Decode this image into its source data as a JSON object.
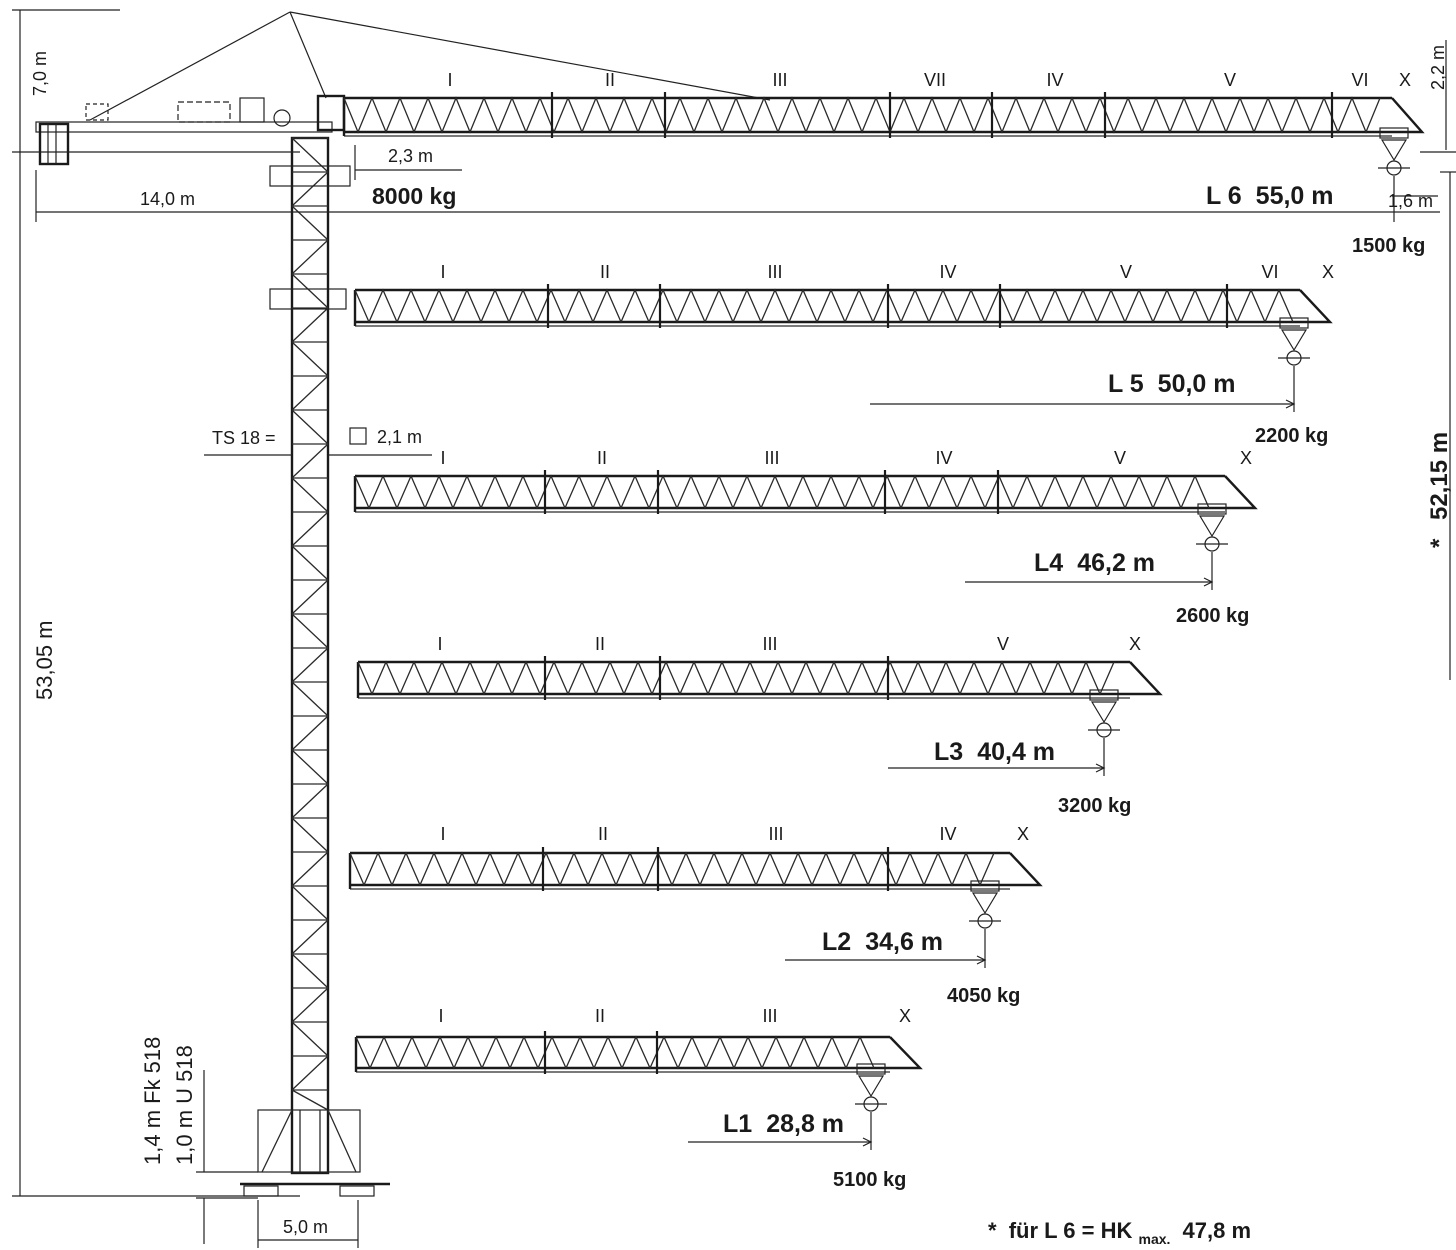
{
  "tower": {
    "mast_label": "TS 18 =",
    "mast_section": "2,1 m",
    "height_total": "53,05 m",
    "base_width": "5,0 m",
    "anchor_fk": "1,4 m Fk 518",
    "anchor_u": "1,0 m U 518"
  },
  "top": {
    "head_height": "7,0 m",
    "counterjib_length": "14,0 m",
    "counterweight_offset": "2,3 m",
    "counterweight": "8000 kg",
    "tip_height": "2,2 m",
    "tip_offset": "1,6 m",
    "hook_height": "52,15 m",
    "hook_height_star": "*"
  },
  "jibs": [
    {
      "id": "L6",
      "label": "L 6",
      "length": "55,0 m",
      "load": "1500 kg",
      "segments": [
        "I",
        "II",
        "III",
        "VII",
        "IV",
        "V",
        "VI",
        "X"
      ]
    },
    {
      "id": "L5",
      "label": "L 5",
      "length": "50,0 m",
      "load": "2200 kg",
      "segments": [
        "I",
        "II",
        "III",
        "IV",
        "V",
        "VI",
        "X"
      ]
    },
    {
      "id": "L4",
      "label": "L4",
      "length": "46,2 m",
      "load": "2600 kg",
      "segments": [
        "I",
        "II",
        "III",
        "IV",
        "V",
        "X"
      ]
    },
    {
      "id": "L3",
      "label": "L3",
      "length": "40,4 m",
      "load": "3200 kg",
      "segments": [
        "I",
        "II",
        "III",
        "V",
        "X"
      ]
    },
    {
      "id": "L2",
      "label": "L2",
      "length": "34,6 m",
      "load": "4050 kg",
      "segments": [
        "I",
        "II",
        "III",
        "IV",
        "X"
      ]
    },
    {
      "id": "L1",
      "label": "L1",
      "length": "28,8 m",
      "load": "5100 kg",
      "segments": [
        "I",
        "II",
        "III",
        "X"
      ]
    }
  ],
  "footnote": {
    "star": "*",
    "prefix": "für L 6 = HK",
    "subscript": "max.",
    "value": "47,8 m"
  }
}
